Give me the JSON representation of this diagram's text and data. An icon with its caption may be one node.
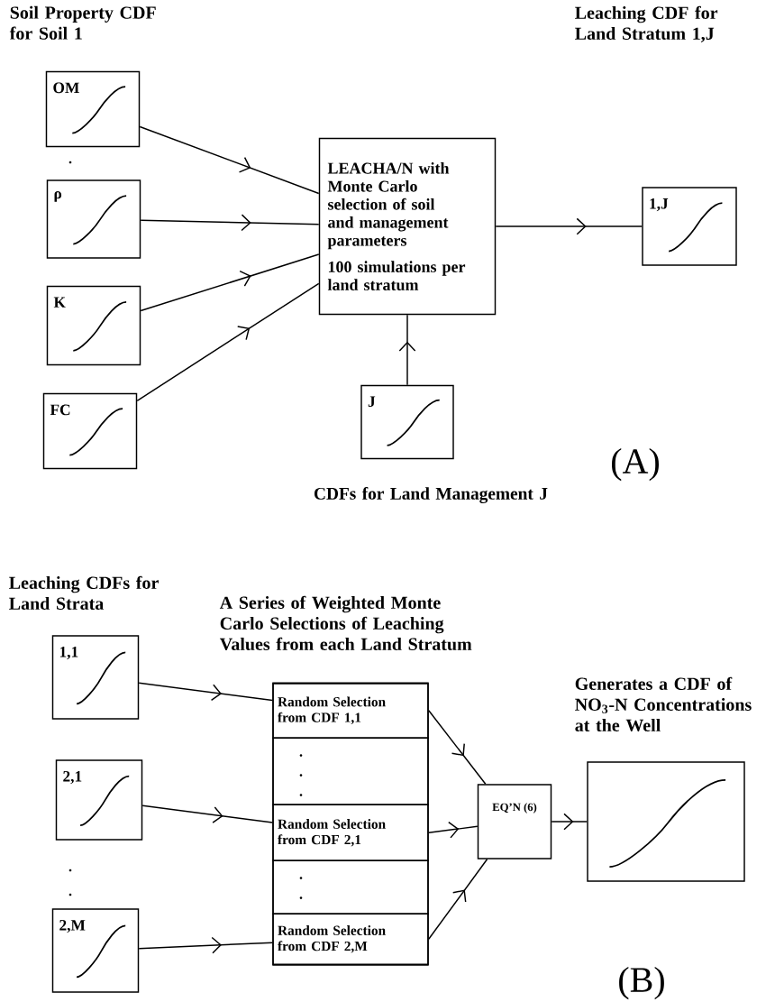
{
  "diagram": {
    "nodes": [
      {
        "text": [
          "OM"
        ]
      },
      {
        "text": [
          "ρ"
        ]
      },
      {
        "text": [
          "K"
        ]
      },
      {
        "text": [
          "FC"
        ]
      },
      {
        "text": [
          "LEACHA/N with Monte Carlo selection of soil and management parameters",
          "100 simulations per land stratum"
        ]
      },
      {
        "text": [
          "1,J"
        ]
      },
      {
        "text": [
          "J"
        ]
      },
      {
        "text": [
          "1,1"
        ]
      },
      {
        "text": [
          "2,1"
        ]
      },
      {
        "text": [
          "2,M"
        ]
      },
      {
        "text": [],
        "shape": "box"
      },
      {
        "text": [
          "Random Selection from CDF 1,1"
        ],
        "in": 10
      },
      {
        "text": [],
        "shape": "box",
        "in": 10
      },
      {
        "text": [
          "Random Selection from CDF 2,1"
        ],
        "in": 10
      },
      {
        "text": [],
        "shape": "box",
        "in": 10
      },
      {
        "text": [
          "Random Selection from CDF 2,M"
        ],
        "in": 10
      },
      {
        "text": [
          "EQ’N (6)"
        ]
      },
      {
        "text": [],
        "shape": "box"
      }
    ],
    "edges": [
      {
        "from": 0,
        "to": 4,
        "arrow": "to"
      },
      {
        "from": 1,
        "to": 4,
        "arrow": "to"
      },
      {
        "from": 2,
        "to": 4,
        "arrow": "to"
      },
      {
        "from": 3,
        "to": 4,
        "arrow": "to"
      },
      {
        "from": 6,
        "to": 4,
        "arrow": "to"
      },
      {
        "from": 4,
        "to": 5,
        "arrow": "to"
      },
      {
        "from": 7,
        "to": 11,
        "arrow": "to"
      },
      {
        "from": 8,
        "to": 13,
        "arrow": "to"
      },
      {
        "from": 9,
        "to": 15,
        "arrow": "to"
      },
      {
        "from": 11,
        "to": 16,
        "arrow": "to"
      },
      {
        "from": 13,
        "to": 16,
        "arrow": "to"
      },
      {
        "from": 15,
        "to": 16,
        "arrow": "to"
      },
      {
        "from": 16,
        "to": 17,
        "arrow": "to"
      }
    ],
    "labels": [
      "Soil Property CDF for Soil 1",
      "Leaching CDF for Land Stratum 1,J",
      "(A)",
      "CDFs for Land Management J",
      "Leaching CDFs for Land Strata",
      "A Series of Weighted Monte Carlo Selections of Leaching Values from each Land Stratum",
      "Generates a CDF of NO$_{3}$-N Concentrations at the Well",
      "(B)"
    ]
  }
}
